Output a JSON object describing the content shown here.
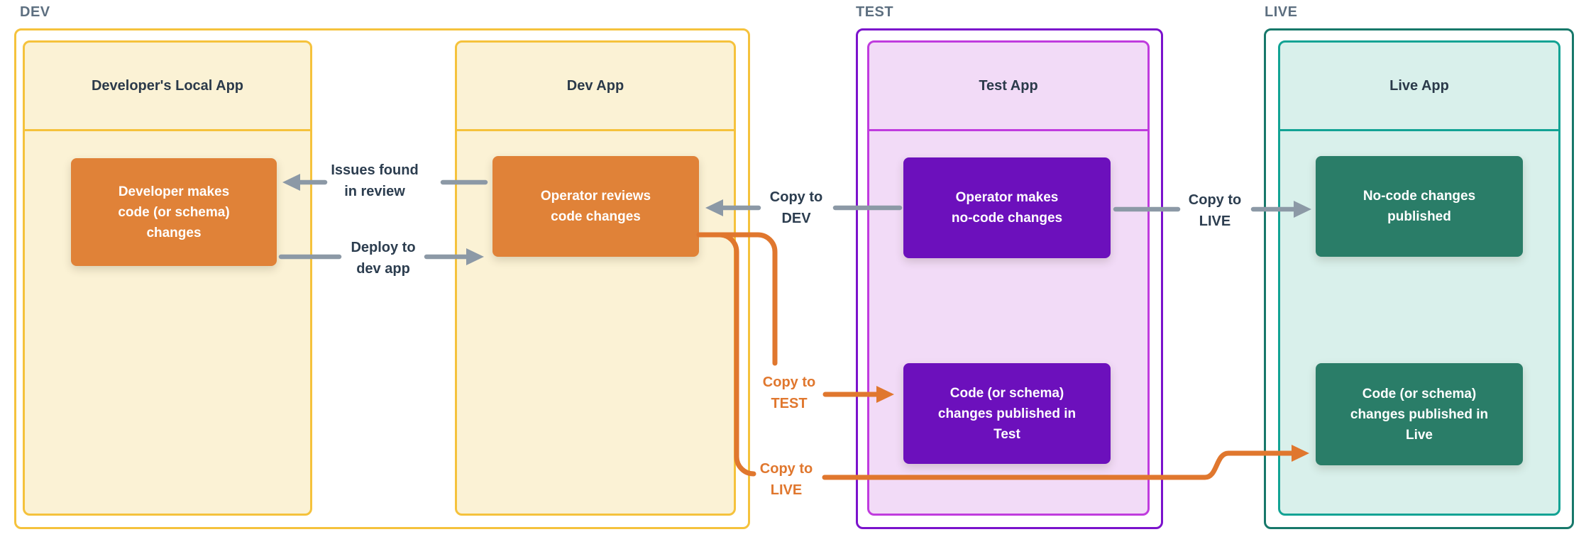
{
  "sections": {
    "dev": {
      "label": "DEV",
      "apps": [
        {
          "title": "Developer's Local App",
          "nodes": [
            "Developer makes\ncode (or schema)\nchanges"
          ]
        },
        {
          "title": "Dev App",
          "nodes": [
            "Operator reviews\ncode changes"
          ]
        }
      ]
    },
    "test": {
      "label": "TEST",
      "apps": [
        {
          "title": "Test App",
          "nodes": [
            "Operator makes\nno-code changes",
            "Code (or schema)\nchanges published in\nTest"
          ]
        }
      ]
    },
    "live": {
      "label": "LIVE",
      "apps": [
        {
          "title": "Live App",
          "nodes": [
            "No-code changes\npublished",
            "Code (or schema)\nchanges published in\nLive"
          ]
        }
      ]
    }
  },
  "connector_labels": {
    "issues_found": "Issues found\nin review",
    "deploy_dev": "Deploy to\ndev app",
    "copy_to_dev": "Copy to\nDEV",
    "copy_to_live_gray": "Copy to\nLIVE",
    "copy_to_test": "Copy to\nTEST",
    "copy_to_live_orange": "Copy to\nLIVE"
  },
  "colors": {
    "orange_node": "#E08238",
    "orange_line": "#E0772E",
    "purple_node": "#6C10BC",
    "teal_node": "#2A7D68",
    "dev_border": "#F5C23C",
    "dev_fill": "#FBF2D5",
    "test_outer_border": "#7B12CC",
    "test_border": "#C03CDE",
    "test_fill": "#F2DBF7",
    "live_outer_border": "#17786A",
    "live_border": "#12A394",
    "live_fill": "#D9F0EB",
    "gray_line": "#8C99A6",
    "label_text": "#2C3D4F",
    "section_label": "#5D6F80",
    "title_text": "#2B3A4A",
    "node_text": "#FFFFFF"
  }
}
